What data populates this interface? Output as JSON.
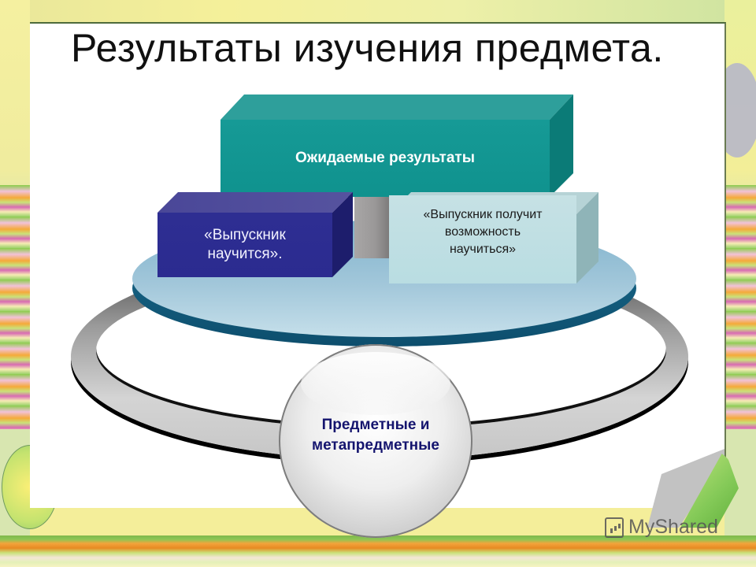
{
  "slide": {
    "title": "Результаты изучения предмета."
  },
  "diagram": {
    "top_box": {
      "label": "Ожидаемые результаты",
      "color": "#169a96"
    },
    "left_box": {
      "line1": "«Выпускник",
      "line2": "научится».",
      "color": "#2e2e92"
    },
    "right_box": {
      "line1": "«Выпускник получит",
      "line2": "возможность",
      "line3": "научиться»",
      "color": "#c6e1e4"
    },
    "sphere": {
      "line1": "Предметные и",
      "line2": "метапредметные",
      "text_color": "#14146e"
    },
    "disc_color": "#a2c7da",
    "ring_color": "#9a9a9a"
  },
  "watermark": {
    "text": "MyShared",
    "icon": "presentation-board-icon"
  }
}
